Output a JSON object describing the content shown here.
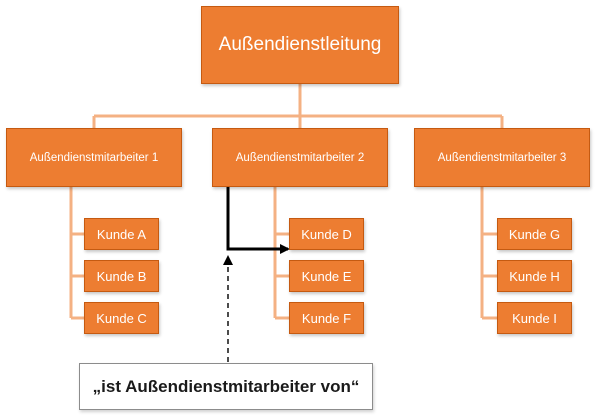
{
  "root": {
    "label": "Außendienstleitung"
  },
  "managers": [
    {
      "label": "Außendienstmitarbeiter 1",
      "customers": [
        "Kunde A",
        "Kunde B",
        "Kunde C"
      ]
    },
    {
      "label": "Außendienstmitarbeiter 2",
      "customers": [
        "Kunde D",
        "Kunde E",
        "Kunde F"
      ]
    },
    {
      "label": "Außendienstmitarbeiter 3",
      "customers": [
        "Kunde G",
        "Kunde H",
        "Kunde I"
      ]
    }
  ],
  "callout": {
    "label": "„ist Außendienstmitarbeiter von“"
  },
  "colors": {
    "box_fill": "#ed7d31",
    "box_border": "#c55a11",
    "box_text": "#ffffff",
    "connector": "#f4b183",
    "arrow": "#000000"
  }
}
